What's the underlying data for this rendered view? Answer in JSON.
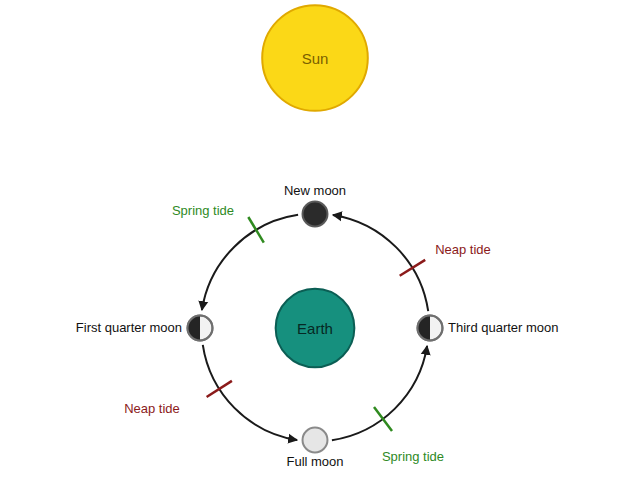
{
  "diagram": {
    "nodes": [
      {
        "text": [
          "Sun"
        ]
      },
      {
        "text": [
          "New moon"
        ]
      },
      {
        "text": [
          "First quarter moon"
        ]
      },
      {
        "text": [
          "Earth"
        ]
      },
      {
        "text": [
          "Third quarter moon"
        ]
      },
      {
        "text": [
          "Full moon"
        ]
      }
    ],
    "edges": [
      {
        "from": 1,
        "to": 2,
        "arrow": "to",
        "label": "Spring tide"
      },
      {
        "from": 2,
        "to": 5,
        "arrow": "to",
        "label": "Neap tide"
      },
      {
        "from": 5,
        "to": 4,
        "arrow": "to",
        "label": "Spring tide"
      },
      {
        "from": 4,
        "to": 1,
        "arrow": "to",
        "label": "Neap tide"
      }
    ]
  }
}
